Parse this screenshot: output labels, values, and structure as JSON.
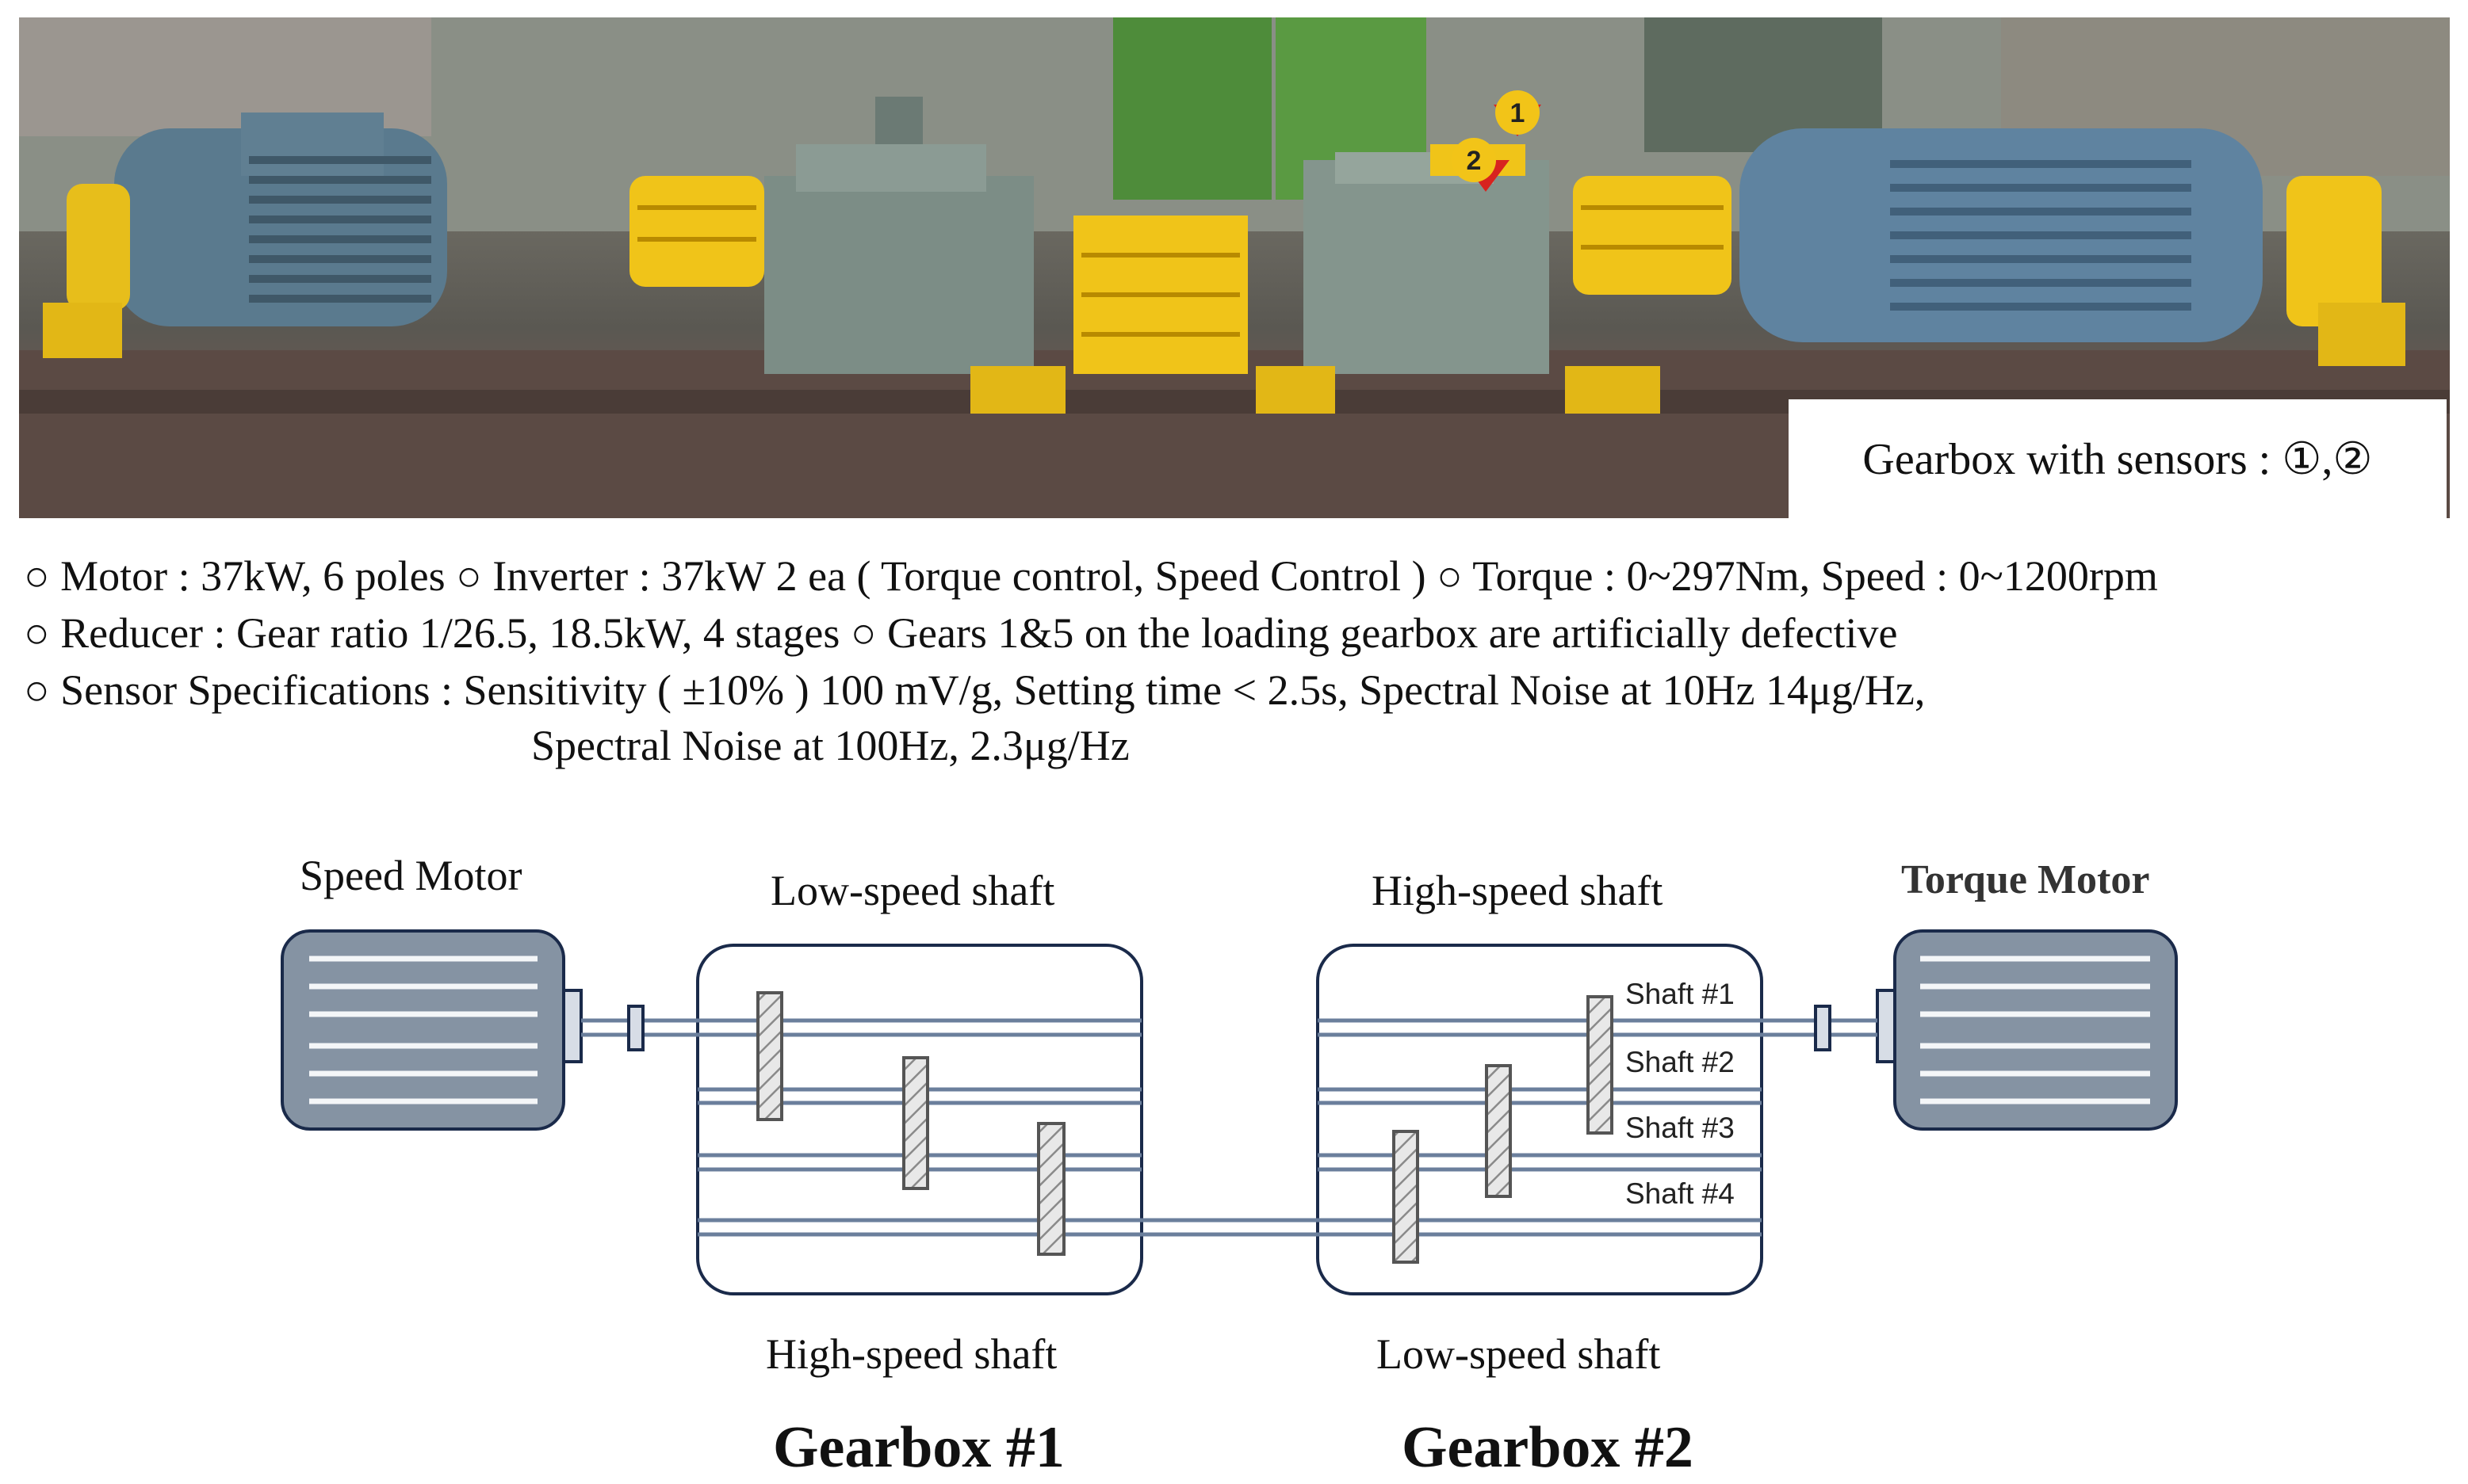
{
  "photo": {
    "caption": "Gearbox with sensors : ①,②",
    "sensor_markers": [
      "1",
      "2"
    ]
  },
  "specs": {
    "line1": "○ Motor : 37kW, 6 poles ○ Inverter : 37kW 2 ea ( Torque control, Speed Control ) ○ Torque : 0~297Nm, Speed : 0~1200rpm",
    "line2": "○ Reducer : Gear ratio 1/26.5, 18.5kW, 4 stages ○ Gears 1&5 on the loading gearbox are artificially defective",
    "line3": "○ Sensor Specifications : Sensitivity ( ±10% ) 100 mV/g, Setting time < 2.5s, Spectral Noise at 10Hz 14μg/Hz,",
    "line4": "Spectral Noise at 100Hz, 2.3μg/Hz"
  },
  "schematic": {
    "speed_motor": "Speed Motor",
    "torque_motor": "Torque Motor",
    "gearbox1": {
      "title": "Gearbox #1",
      "top_label": "Low-speed shaft",
      "bottom_label": "High-speed shaft"
    },
    "gearbox2": {
      "title": "Gearbox #2",
      "top_label": "High-speed shaft",
      "bottom_label": "Low-speed shaft",
      "shafts": [
        "Shaft #1",
        "Shaft #2",
        "Shaft #3",
        "Shaft #4"
      ]
    }
  },
  "colors": {
    "motor_fill": "#8593a3",
    "shaft_line": "#6b7f9c",
    "outline": "#1a2a4a",
    "guard_yellow": "#f0c419",
    "motor_photo": "#5d7f96",
    "gearbox_photo": "#7a8c86"
  }
}
